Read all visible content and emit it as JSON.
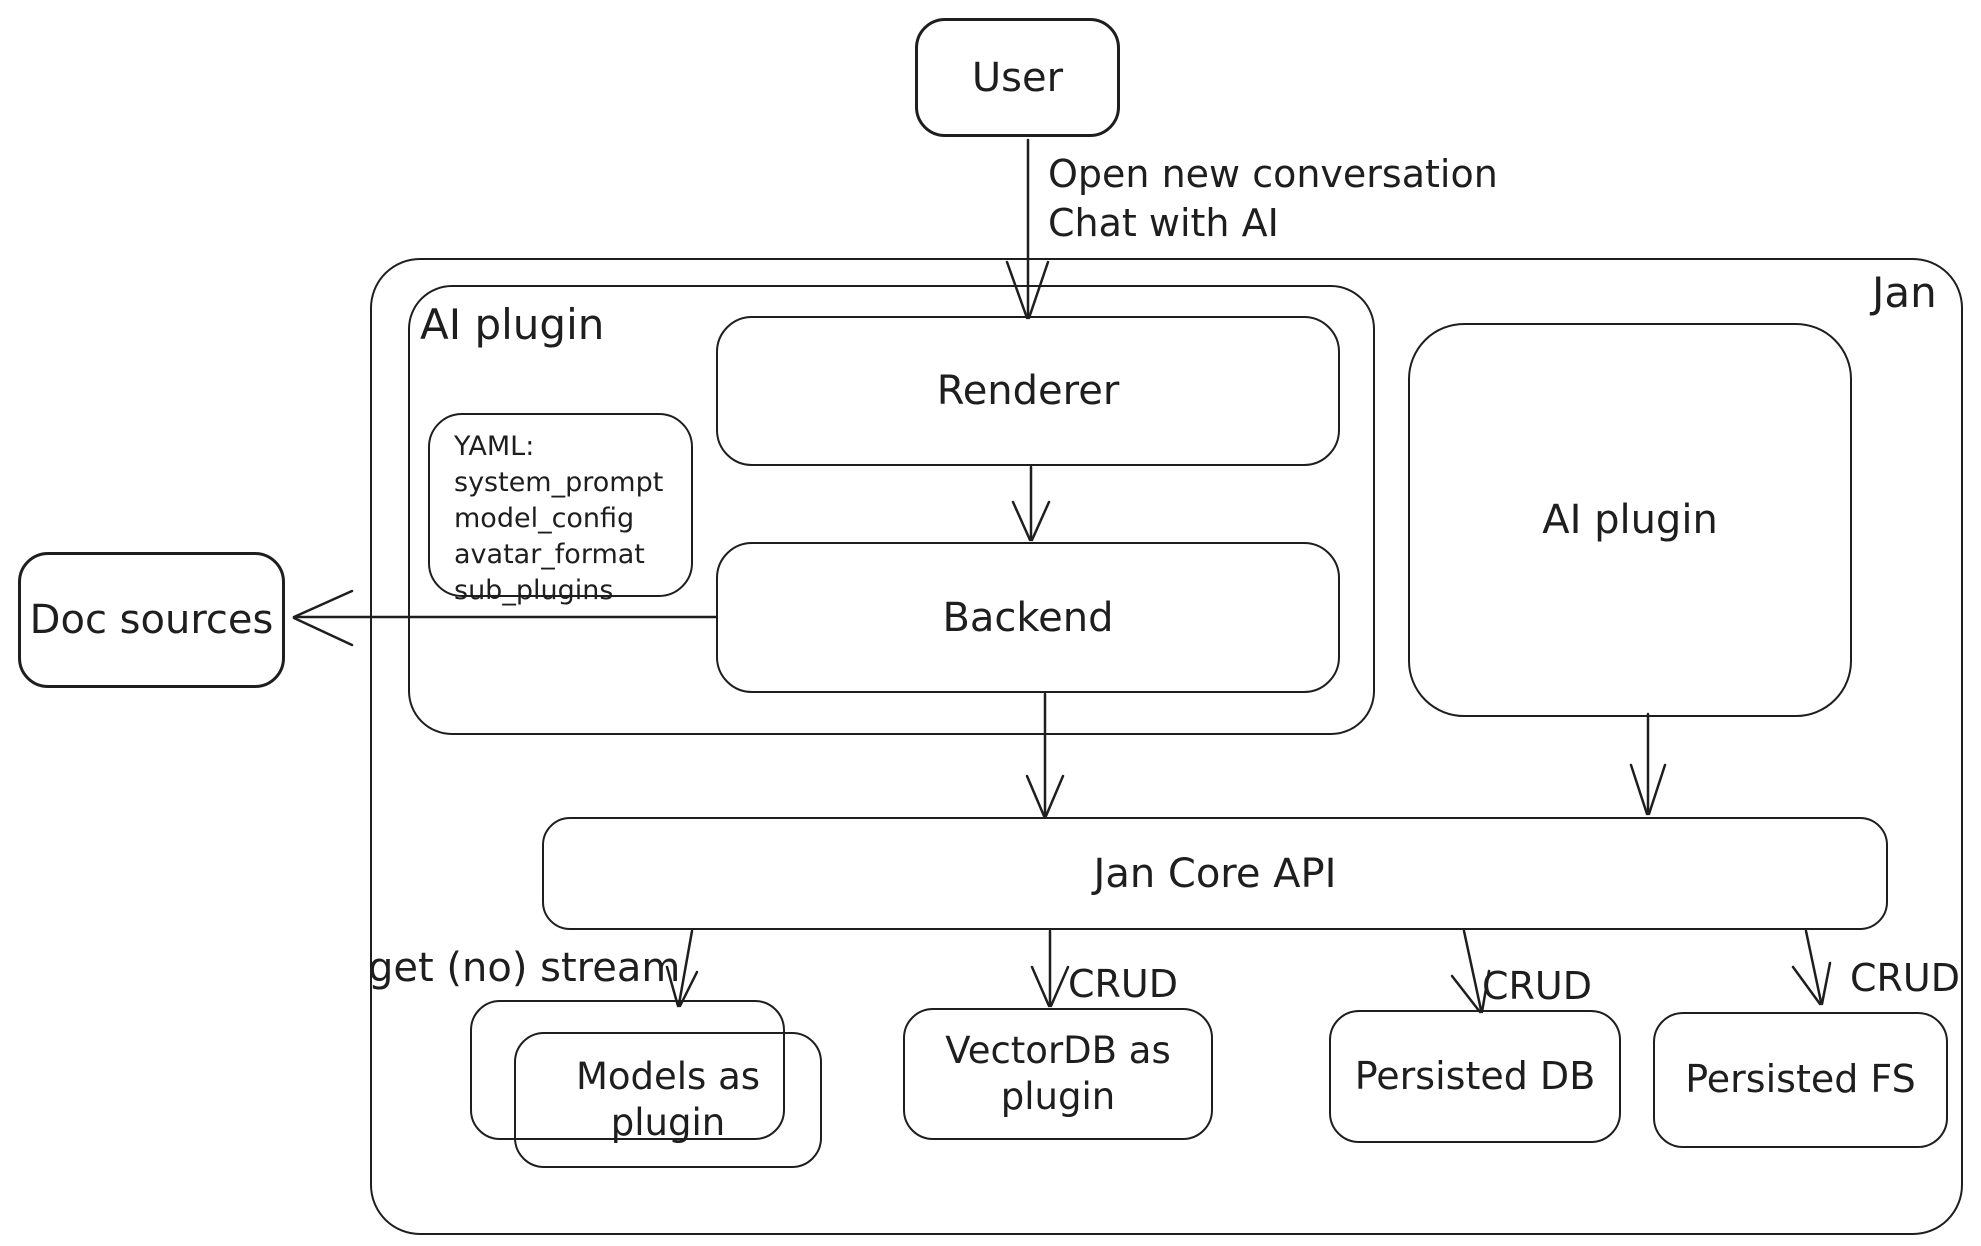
{
  "diagram": {
    "container_label": "Jan",
    "plugin_group_label": "AI plugin",
    "nodes": {
      "user": "User",
      "renderer": "Renderer",
      "backend": "Backend",
      "ai_plugin": "AI plugin",
      "doc_sources": "Doc sources",
      "jan_core_api": "Jan Core API",
      "models_as_plugin": "Models as plugin",
      "vectordb_as_plugin": "VectorDB as plugin",
      "persisted_db": "Persisted DB",
      "persisted_fs": "Persisted FS"
    },
    "yaml_note": {
      "lines": [
        "YAML:",
        "system_prompt",
        "model_config",
        "avatar_format",
        "sub_plugins"
      ]
    },
    "edge_labels": {
      "user_flow": [
        "Open new conversation",
        "Chat with AI"
      ],
      "stream": "get (no) stream",
      "crud_vectordb": "CRUD",
      "crud_db": "CRUD",
      "crud_fs": "CRUD"
    },
    "colors": {
      "stroke": "#1e1e1e",
      "background": "#ffffff"
    }
  }
}
